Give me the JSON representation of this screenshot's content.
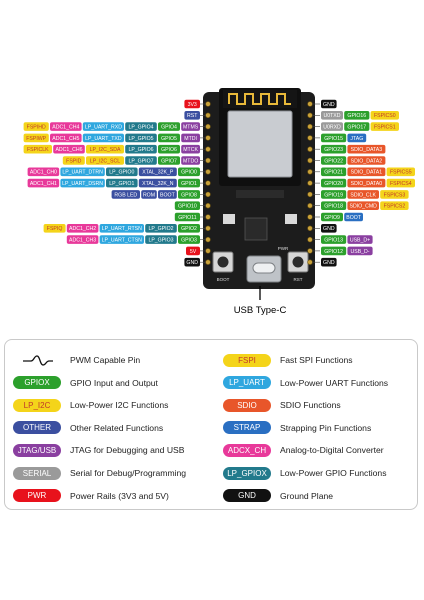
{
  "board": {
    "usb_label": "USB Type-C",
    "boot_button": "BOOT",
    "reset_button": "RST",
    "pwr_led": "PWR"
  },
  "colors": {
    "PWR": "#e8121c",
    "GND": "#111111",
    "GPIO": "#2ca02c",
    "LP_GPIO": "#227a8c",
    "LP_UART": "#2fa7df",
    "LP_I2C": "#f4d41a",
    "FSPI": "#f4d41a",
    "ADC": "#e8399a",
    "OTHER": "#3b4fa0",
    "JTAG": "#8a3fa0",
    "SERIAL": "#9a9a9a",
    "SDIO": "#e8562a",
    "STRAP": "#2a6fc2"
  },
  "left_pins": [
    {
      "row": 0,
      "tags": [
        {
          "text": "3V3",
          "cat": "PWR"
        }
      ]
    },
    {
      "row": 1,
      "tags": [
        {
          "text": "RST",
          "cat": "OTHER"
        }
      ]
    },
    {
      "row": 2,
      "tags": [
        {
          "text": "FSPIHD",
          "cat": "FSPI"
        },
        {
          "text": "ADC1_CH4",
          "cat": "ADC"
        },
        {
          "text": "LP_UART_RXD",
          "cat": "LP_UART"
        },
        {
          "text": "LP_GPIO4",
          "cat": "LP_GPIO"
        },
        {
          "text": "GPIO4",
          "cat": "GPIO"
        },
        {
          "text": "MTMS",
          "cat": "JTAG"
        }
      ]
    },
    {
      "row": 3,
      "tags": [
        {
          "text": "FSPIWP",
          "cat": "FSPI"
        },
        {
          "text": "ADC1_CH5",
          "cat": "ADC"
        },
        {
          "text": "LP_UART_TXD",
          "cat": "LP_UART"
        },
        {
          "text": "LP_GPIO5",
          "cat": "LP_GPIO"
        },
        {
          "text": "GPIO5",
          "cat": "GPIO"
        },
        {
          "text": "MTDI",
          "cat": "JTAG"
        }
      ]
    },
    {
      "row": 4,
      "tags": [
        {
          "text": "FSPICLK",
          "cat": "FSPI"
        },
        {
          "text": "ADC1_CH6",
          "cat": "ADC"
        },
        {
          "text": "LP_I2C_SDA",
          "cat": "LP_I2C"
        },
        {
          "text": "LP_GPIO6",
          "cat": "LP_GPIO"
        },
        {
          "text": "GPIO6",
          "cat": "GPIO"
        },
        {
          "text": "MTCK",
          "cat": "JTAG"
        }
      ]
    },
    {
      "row": 5,
      "tags": [
        {
          "text": "FSPID",
          "cat": "FSPI"
        },
        {
          "text": "LP_I2C_SCL",
          "cat": "LP_I2C"
        },
        {
          "text": "LP_GPIO7",
          "cat": "LP_GPIO"
        },
        {
          "text": "GPIO7",
          "cat": "GPIO"
        },
        {
          "text": "MTDO",
          "cat": "JTAG"
        }
      ]
    },
    {
      "row": 6,
      "tags": [
        {
          "text": "ADC1_CH0",
          "cat": "ADC"
        },
        {
          "text": "LP_UART_DTRN",
          "cat": "LP_UART"
        },
        {
          "text": "LP_GPIO0",
          "cat": "LP_GPIO"
        },
        {
          "text": "XTAL_32K_P",
          "cat": "OTHER"
        },
        {
          "text": "GPIO0",
          "cat": "GPIO"
        }
      ]
    },
    {
      "row": 7,
      "tags": [
        {
          "text": "ADC1_CH1",
          "cat": "ADC"
        },
        {
          "text": "LP_UART_DSRN",
          "cat": "LP_UART"
        },
        {
          "text": "LP_GPIO1",
          "cat": "LP_GPIO"
        },
        {
          "text": "XTAL_32K_N",
          "cat": "OTHER"
        },
        {
          "text": "GPIO1",
          "cat": "GPIO"
        }
      ]
    },
    {
      "row": 8,
      "tags": [
        {
          "text": "RGB LED",
          "cat": "OTHER"
        },
        {
          "text": "ROM",
          "cat": "OTHER"
        },
        {
          "text": "BOOT",
          "cat": "OTHER"
        },
        {
          "text": "GPIO8",
          "cat": "GPIO"
        }
      ]
    },
    {
      "row": 9,
      "tags": [
        {
          "text": "GPIO10",
          "cat": "GPIO"
        }
      ]
    },
    {
      "row": 10,
      "tags": [
        {
          "text": "GPIO11",
          "cat": "GPIO"
        }
      ]
    },
    {
      "row": 11,
      "tags": [
        {
          "text": "FSPIQ",
          "cat": "FSPI"
        },
        {
          "text": "ADC1_CH2",
          "cat": "ADC"
        },
        {
          "text": "LP_UART_RTSN",
          "cat": "LP_UART"
        },
        {
          "text": "LP_GPIO2",
          "cat": "LP_GPIO"
        },
        {
          "text": "GPIO2",
          "cat": "GPIO"
        }
      ]
    },
    {
      "row": 12,
      "tags": [
        {
          "text": "ADC1_CH3",
          "cat": "ADC"
        },
        {
          "text": "LP_UART_CTSN",
          "cat": "LP_UART"
        },
        {
          "text": "LP_GPIO3",
          "cat": "LP_GPIO"
        },
        {
          "text": "GPIO3",
          "cat": "GPIO"
        }
      ]
    },
    {
      "row": 13,
      "tags": [
        {
          "text": "5V",
          "cat": "PWR"
        }
      ]
    },
    {
      "row": 14,
      "tags": [
        {
          "text": "GND",
          "cat": "GND"
        }
      ]
    }
  ],
  "right_pins": [
    {
      "row": 0,
      "tags": [
        {
          "text": "GND",
          "cat": "GND"
        }
      ]
    },
    {
      "row": 1,
      "tags": [
        {
          "text": "U0TXD",
          "cat": "SERIAL"
        },
        {
          "text": "GPIO16",
          "cat": "GPIO"
        },
        {
          "text": "FSPICS0",
          "cat": "FSPI"
        }
      ]
    },
    {
      "row": 2,
      "tags": [
        {
          "text": "U0RXD",
          "cat": "SERIAL"
        },
        {
          "text": "GPIO17",
          "cat": "GPIO"
        },
        {
          "text": "FSPICS1",
          "cat": "FSPI"
        }
      ]
    },
    {
      "row": 3,
      "tags": [
        {
          "text": "GPIO15",
          "cat": "GPIO"
        },
        {
          "text": "JTAG",
          "cat": "STRAP"
        }
      ]
    },
    {
      "row": 4,
      "tags": [
        {
          "text": "GPIO23",
          "cat": "GPIO"
        },
        {
          "text": "SDIO_DATA3",
          "cat": "SDIO"
        }
      ]
    },
    {
      "row": 5,
      "tags": [
        {
          "text": "GPIO22",
          "cat": "GPIO"
        },
        {
          "text": "SDIO_DATA2",
          "cat": "SDIO"
        }
      ]
    },
    {
      "row": 6,
      "tags": [
        {
          "text": "GPIO21",
          "cat": "GPIO"
        },
        {
          "text": "SDIO_DATA1",
          "cat": "SDIO"
        },
        {
          "text": "FSPICS5",
          "cat": "FSPI"
        }
      ]
    },
    {
      "row": 7,
      "tags": [
        {
          "text": "GPIO20",
          "cat": "GPIO"
        },
        {
          "text": "SDIO_DATA0",
          "cat": "SDIO"
        },
        {
          "text": "FSPICS4",
          "cat": "FSPI"
        }
      ]
    },
    {
      "row": 8,
      "tags": [
        {
          "text": "GPIO19",
          "cat": "GPIO"
        },
        {
          "text": "SDIO_CLK",
          "cat": "SDIO"
        },
        {
          "text": "FSPICS3",
          "cat": "FSPI"
        }
      ]
    },
    {
      "row": 9,
      "tags": [
        {
          "text": "GPIO18",
          "cat": "GPIO"
        },
        {
          "text": "SDIO_CMD",
          "cat": "SDIO"
        },
        {
          "text": "FSPICS2",
          "cat": "FSPI"
        }
      ]
    },
    {
      "row": 10,
      "tags": [
        {
          "text": "GPIO9",
          "cat": "GPIO"
        },
        {
          "text": "BOOT",
          "cat": "STRAP"
        }
      ]
    },
    {
      "row": 11,
      "tags": [
        {
          "text": "GND",
          "cat": "GND"
        }
      ]
    },
    {
      "row": 12,
      "tags": [
        {
          "text": "GPIO13",
          "cat": "GPIO"
        },
        {
          "text": "USB_D+",
          "cat": "JTAG"
        }
      ]
    },
    {
      "row": 13,
      "tags": [
        {
          "text": "GPIO12",
          "cat": "GPIO"
        },
        {
          "text": "USB_D-",
          "cat": "JTAG"
        }
      ]
    },
    {
      "row": 14,
      "tags": [
        {
          "text": "GND",
          "cat": "GND"
        }
      ]
    }
  ],
  "legend": {
    "left": [
      {
        "badge": "",
        "cat": "PWM",
        "text": "PWM Capable Pin"
      },
      {
        "badge": "GPIOX",
        "cat": "GPIO",
        "text": "GPIO Input and Output"
      },
      {
        "badge": "LP_I2C",
        "cat": "LP_I2C",
        "text": "Low-Power I2C Functions"
      },
      {
        "badge": "OTHER",
        "cat": "OTHER",
        "text": "Other Related Functions"
      },
      {
        "badge": "JTAG/USB",
        "cat": "JTAG",
        "text": "JTAG for Debugging and USB"
      },
      {
        "badge": "SERIAL",
        "cat": "SERIAL",
        "text": "Serial for Debug/Programming"
      },
      {
        "badge": "PWR",
        "cat": "PWR",
        "text": "Power Rails (3V3 and 5V)"
      }
    ],
    "right": [
      {
        "badge": "FSPI",
        "cat": "FSPI",
        "text": "Fast SPI Functions"
      },
      {
        "badge": "LP_UART",
        "cat": "LP_UART",
        "text": "Low-Power UART Functions"
      },
      {
        "badge": "SDIO",
        "cat": "SDIO",
        "text": "SDIO Functions"
      },
      {
        "badge": "STRAP",
        "cat": "STRAP",
        "text": "Strapping Pin Functions"
      },
      {
        "badge": "ADCX_CH",
        "cat": "ADC",
        "text": "Analog-to-Digital Converter"
      },
      {
        "badge": "LP_GPIOX",
        "cat": "LP_GPIO",
        "text": "Low-Power GPIO Functions"
      },
      {
        "badge": "GND",
        "cat": "GND",
        "text": "Ground Plane"
      }
    ]
  }
}
